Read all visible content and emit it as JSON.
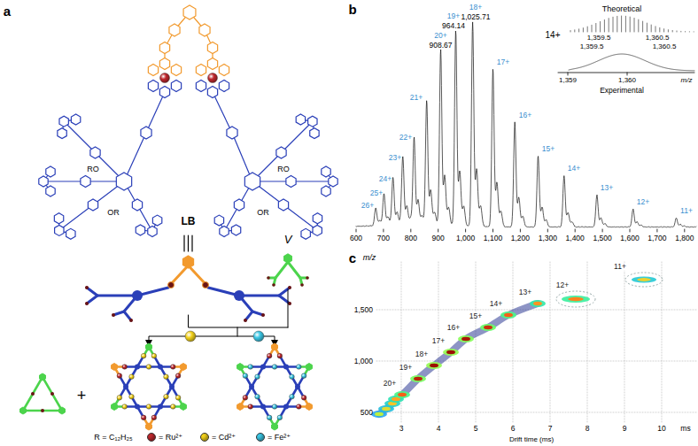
{
  "diagram": {
    "nodes": [
      {
        "text": [
          "LB"
        ]
      },
      {
        "text": [
          "V"
        ]
      }
    ],
    "labels": [
      "a",
      "RO",
      "OR",
      "RO",
      "OR",
      "+",
      "R = C₁₂H₂₅",
      "b",
      "26+",
      "25+",
      "24+",
      "23+",
      "22+",
      "21+",
      "20+",
      "908.67",
      "19+",
      "964.14",
      "18+",
      "1,025.71",
      "17+",
      "16+",
      "15+",
      "14+",
      "13+",
      "12+",
      "11+",
      "Theoretical",
      "14+",
      "1,359.5",
      "1,360.5",
      "1,359.5",
      "1,360.5",
      "1,359",
      "1,360",
      "m/z",
      "Experimental",
      "600",
      "700",
      "800",
      "900",
      "1,000",
      "1,100",
      "1,200",
      "1,300",
      "1,400",
      "1,500",
      "1,600",
      "1,700",
      "1,800",
      "c",
      "m/z",
      "1,500",
      "1,000",
      "500",
      "20+",
      "19+",
      "18+",
      "17+",
      "16+",
      "15+",
      "14+",
      "13+",
      "12+",
      "11+",
      "3",
      "4",
      "5",
      "6",
      "7",
      "8",
      "9",
      "10",
      "ms",
      "Drift time (ms)"
    ],
    "legend": [
      {
        "text": "= Ru²⁺",
        "color": "#c0282e"
      },
      {
        "text": "= Cd²⁺",
        "color": "#f3d21c"
      },
      {
        "text": "= Fe²⁺",
        "color": "#3cc8e6"
      }
    ]
  }
}
